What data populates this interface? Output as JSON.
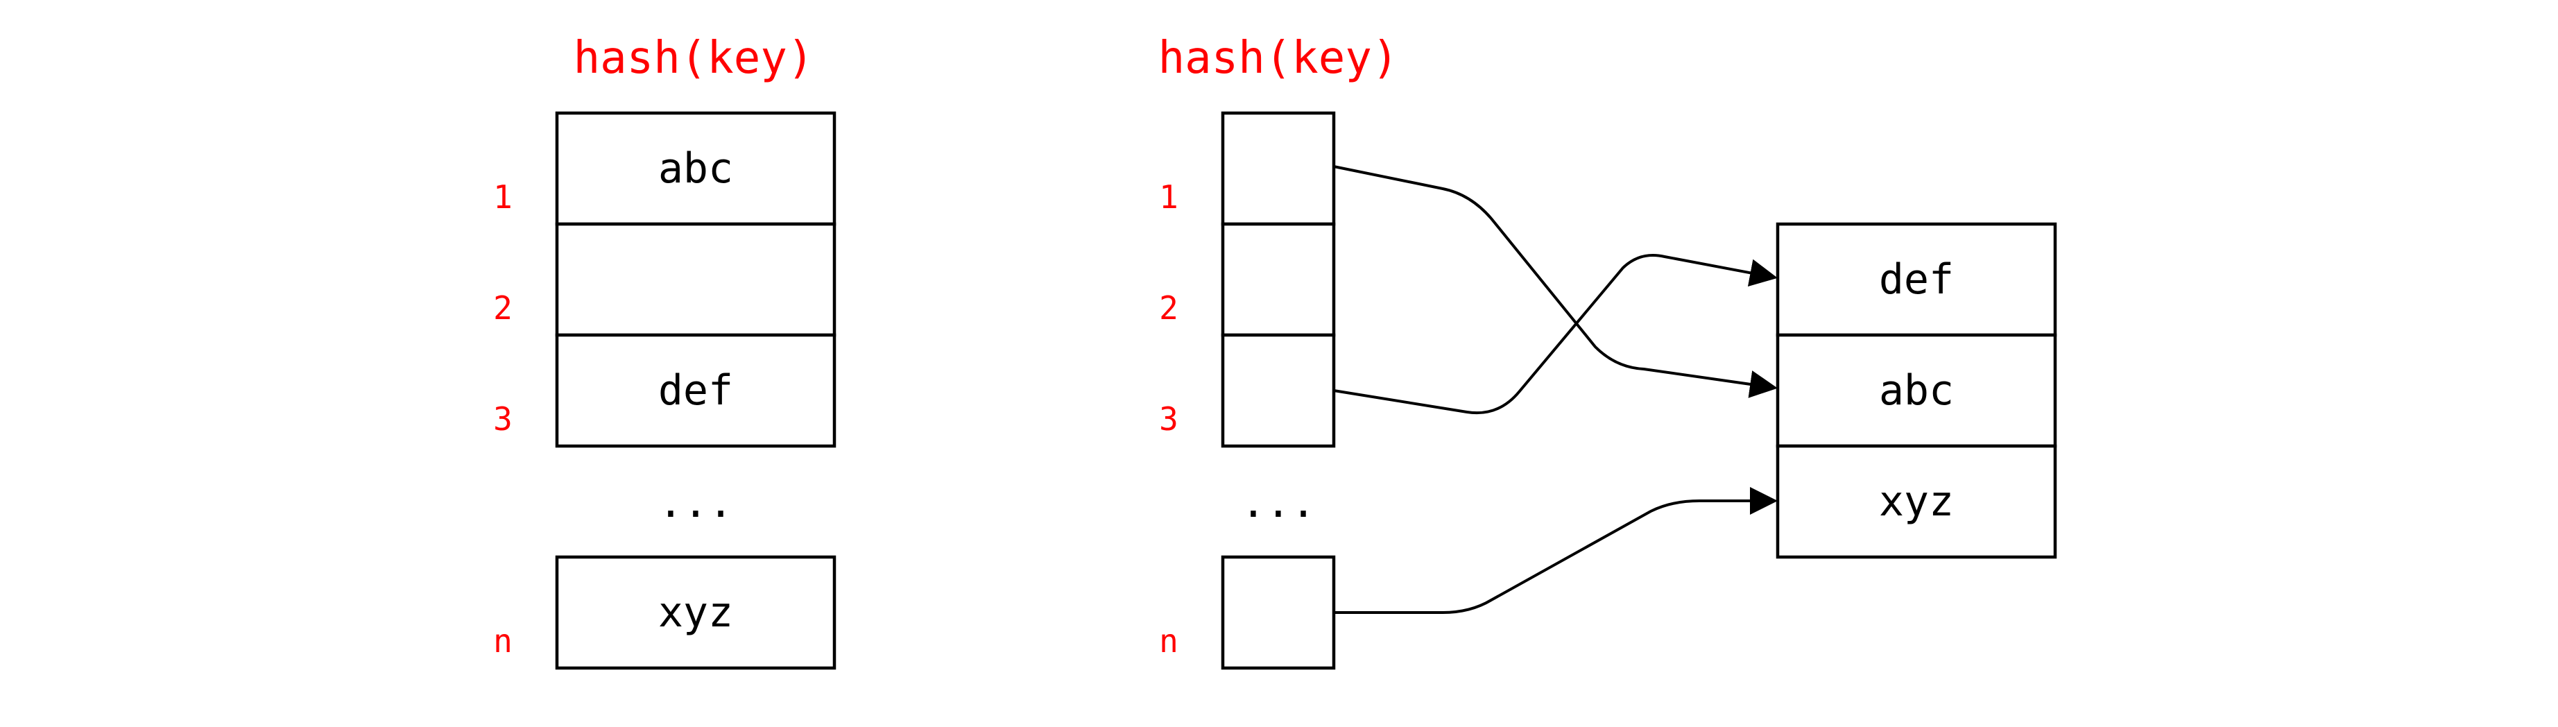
{
  "colors": {
    "label": "#ff0000",
    "line": "#000000"
  },
  "left_table": {
    "hash_label": "hash(key)",
    "index_labels": [
      "1",
      "2",
      "3",
      "n"
    ],
    "cells": [
      "abc",
      "",
      "def",
      "xyz"
    ],
    "ellipsis": "..."
  },
  "right_table": {
    "hash_label": "hash(key)",
    "index_labels": [
      "1",
      "2",
      "3",
      "n"
    ],
    "ellipsis": "...",
    "storage_cells": [
      "def",
      "abc",
      "xyz"
    ],
    "links": [
      {
        "from_index": "1",
        "to_value": "abc"
      },
      {
        "from_index": "3",
        "to_value": "def"
      },
      {
        "from_index": "n",
        "to_value": "xyz"
      }
    ]
  }
}
